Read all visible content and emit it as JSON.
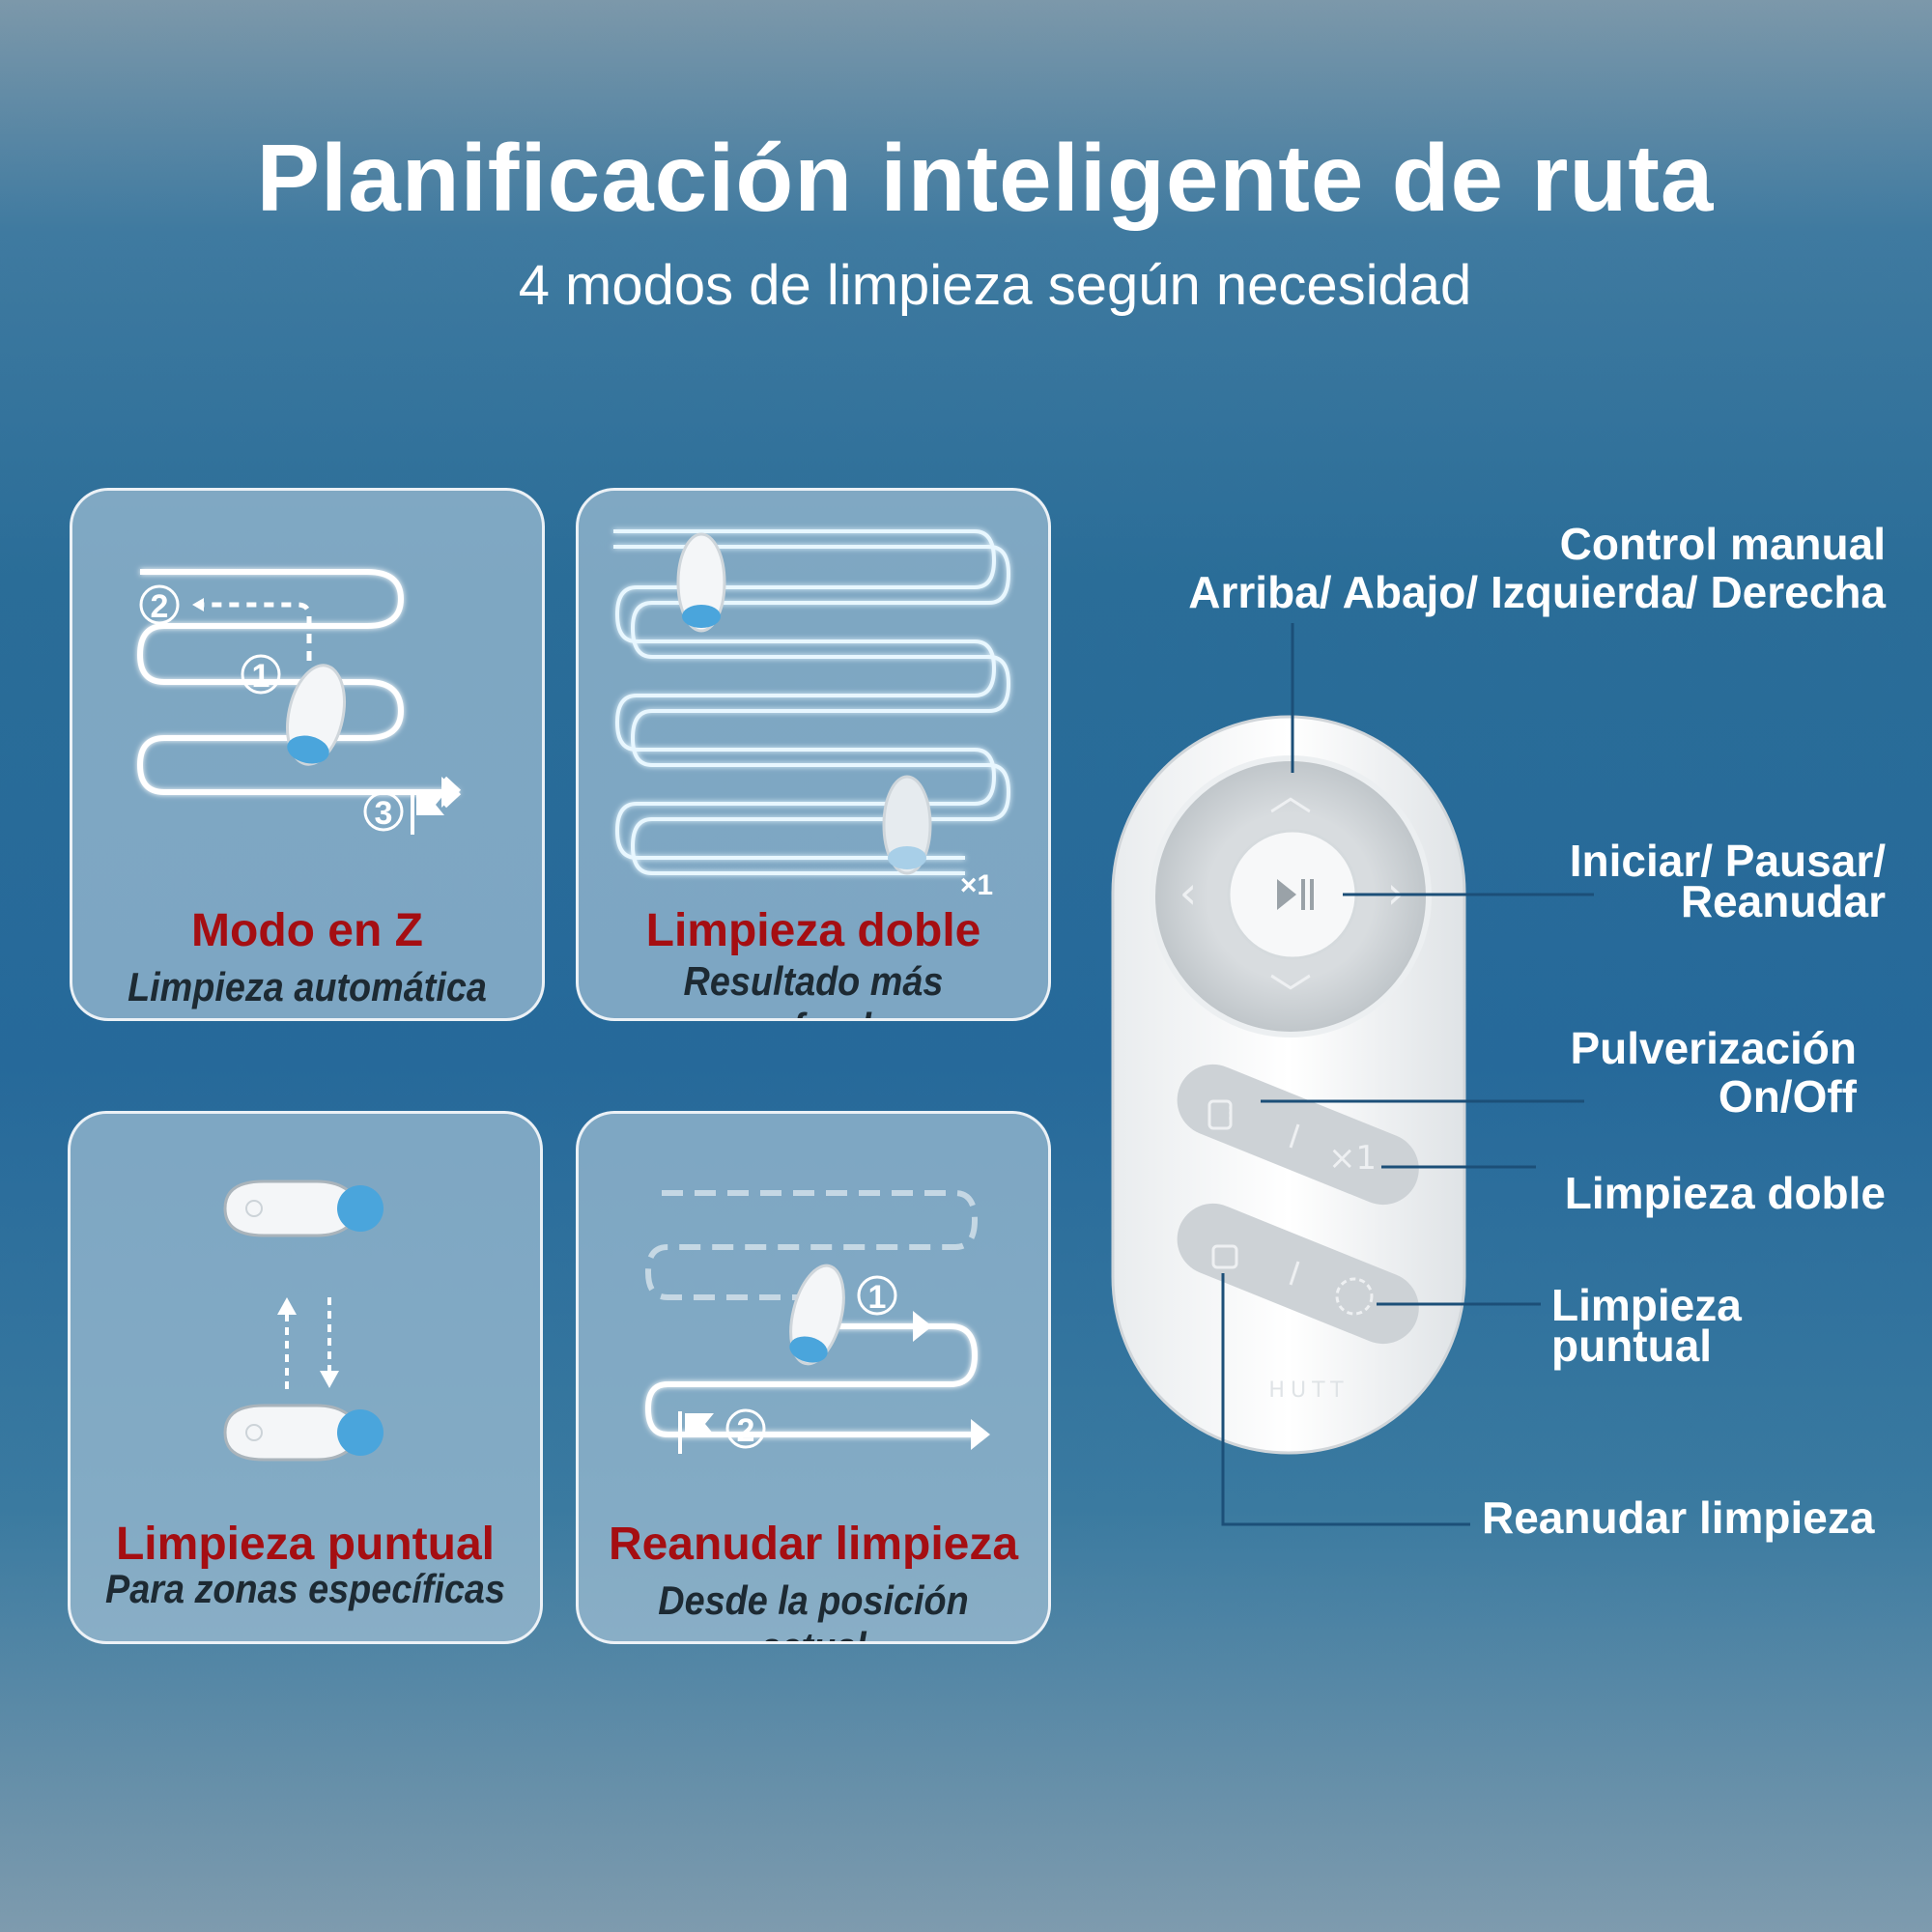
{
  "header": {
    "title": "Planificación inteligente de ruta",
    "subtitle": "4 modos de limpieza según necesidad"
  },
  "modes": [
    {
      "title": "Modo en Z",
      "subtitle": "Limpieza automática",
      "markers": [
        "1",
        "2",
        "3"
      ]
    },
    {
      "title": "Limpieza doble",
      "subtitle": "Resultado más profundo",
      "badge": "×1"
    },
    {
      "title": "Limpieza puntual",
      "subtitle": "Para zonas específicas"
    },
    {
      "title": "Reanudar limpieza",
      "subtitle": "Desde la posición actual",
      "markers": [
        "1",
        "2"
      ]
    }
  ],
  "remote": {
    "brand": "HUTT",
    "double_badge": "×1",
    "labels": {
      "manual_line1": "Control manual",
      "manual_line2": "Arriba/ Abajo/ Izquierda/ Derecha",
      "start_line1": "Iniciar/ Pausar/",
      "start_line2": "Reanudar",
      "spray_line1": "Pulverización",
      "spray_line2": "On/Off",
      "double": "Limpieza doble",
      "spot_line1": "Limpieza",
      "spot_line2": "puntual",
      "resume": "Reanudar limpieza"
    }
  },
  "colors": {
    "accent_red": "#a50e12",
    "callout_line": "#1c4f78",
    "path_glow": "#e8f7ff"
  }
}
